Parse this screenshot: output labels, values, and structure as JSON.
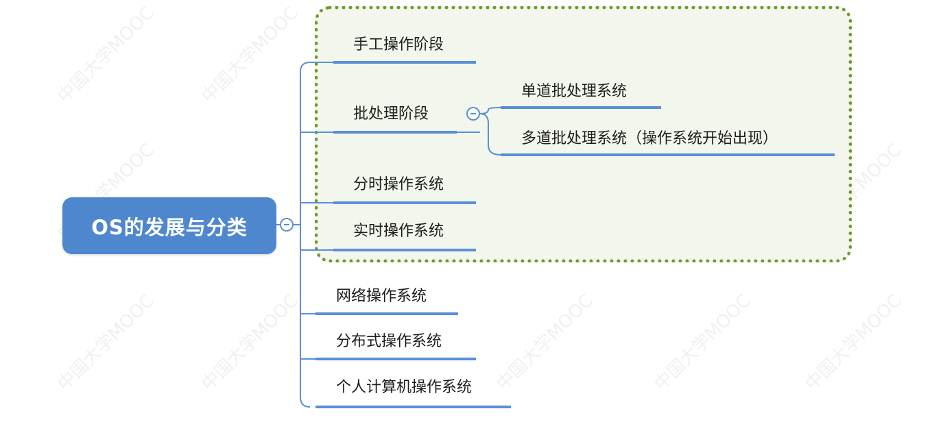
{
  "root": {
    "label": "OS的发展与分类"
  },
  "branches": [
    {
      "id": "manual",
      "label": "手工操作阶段"
    },
    {
      "id": "batch",
      "label": "批处理阶段",
      "children": [
        {
          "id": "single",
          "label": "单道批处理系统"
        },
        {
          "id": "multi",
          "label": "多道批处理系统（操作系统开始出现）"
        }
      ]
    },
    {
      "id": "timeshare",
      "label": "分时操作系统"
    },
    {
      "id": "realtime",
      "label": "实时操作系统"
    },
    {
      "id": "network",
      "label": "网络操作系统"
    },
    {
      "id": "distributed",
      "label": "分布式操作系统"
    },
    {
      "id": "pc",
      "label": "个人计算机操作系统"
    }
  ],
  "watermark": {
    "text": "中国大学MOOC"
  },
  "colors": {
    "root": "#4f87cf",
    "connector": "#5a8fd6",
    "group_border": "#6f9a2a",
    "group_fill": "#f2f6ec"
  }
}
